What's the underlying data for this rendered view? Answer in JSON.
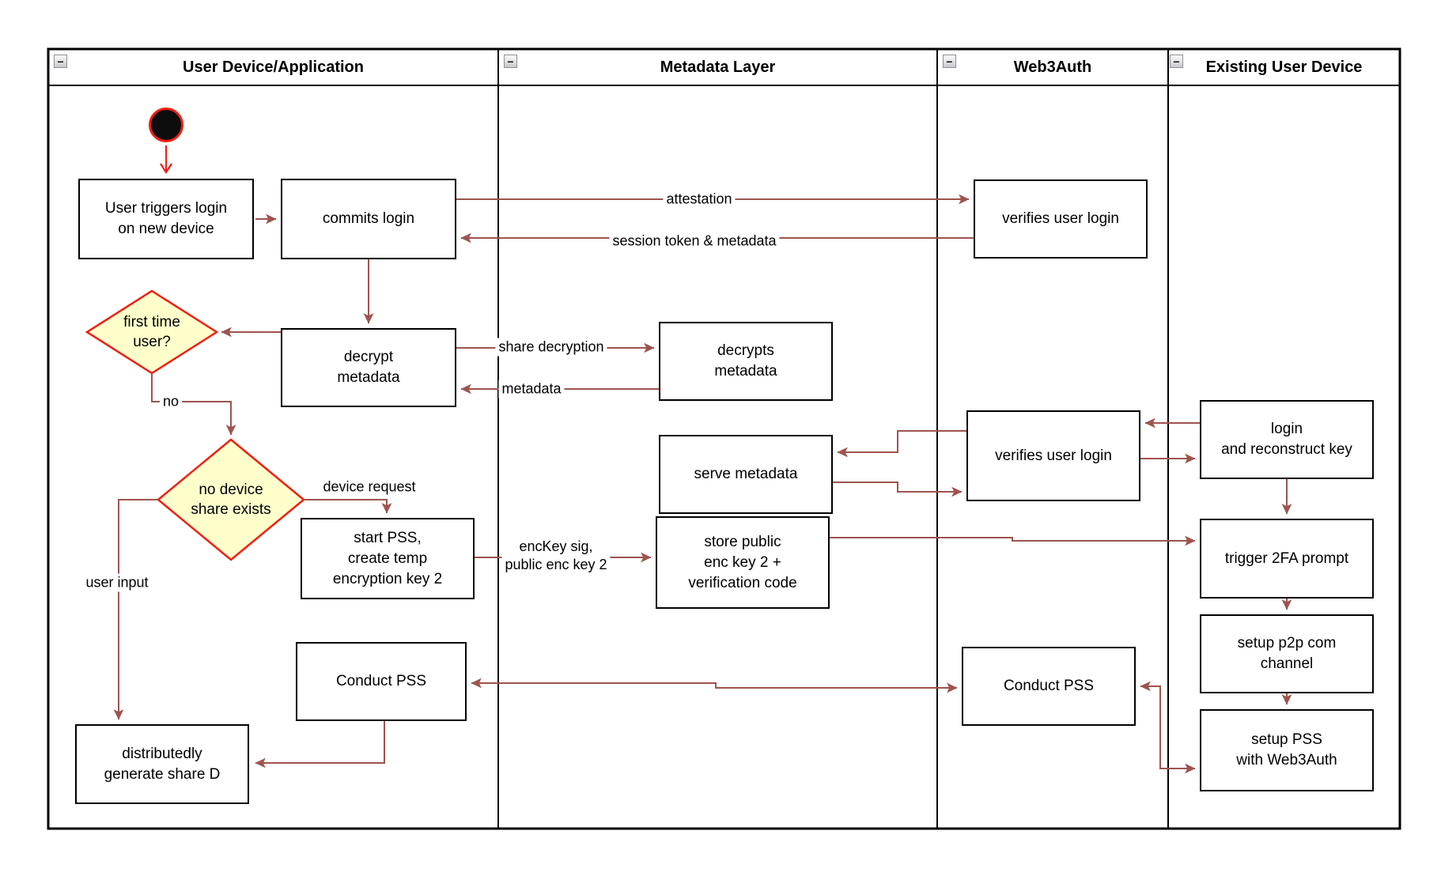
{
  "colors": {
    "arrow": "#9e534e",
    "red": "#f01f10",
    "diamond_fill": "#ffffcc",
    "box_border": "#000000",
    "text": "#000000",
    "background": "#ffffff"
  },
  "icons": {
    "collapse": "−"
  },
  "lanes": [
    {
      "title": "User Device/Application"
    },
    {
      "title": "Metadata Layer"
    },
    {
      "title": "Web3Auth"
    },
    {
      "title": "Existing User Device"
    }
  ],
  "nodes": {
    "user_triggers_login": {
      "lines": [
        "User triggers login",
        "on new device"
      ]
    },
    "commits_login": {
      "lines": [
        "commits login"
      ]
    },
    "decrypt_metadata": {
      "lines": [
        "decrypt",
        "metadata"
      ]
    },
    "first_time_user": {
      "lines": [
        "first time",
        "user?"
      ]
    },
    "no_device_share": {
      "lines": [
        "no device",
        "share exists"
      ]
    },
    "start_pss": {
      "lines": [
        "start PSS,",
        "create temp",
        "encryption key 2"
      ]
    },
    "conduct_pss_user": {
      "lines": [
        "Conduct PSS"
      ]
    },
    "dist_generate_share": {
      "lines": [
        "distributedly",
        "generate share D"
      ]
    },
    "decrypts_metadata": {
      "lines": [
        "decrypts",
        "metadata"
      ]
    },
    "serve_metadata": {
      "lines": [
        "serve metadata"
      ]
    },
    "store_public": {
      "lines": [
        "store public",
        "enc key 2 +",
        "verification code"
      ]
    },
    "verifies_user_login_1": {
      "lines": [
        "verifies user login"
      ]
    },
    "verifies_user_login_2": {
      "lines": [
        "verifies user login"
      ]
    },
    "conduct_pss_web3auth": {
      "lines": [
        "Conduct PSS"
      ]
    },
    "login_reconstruct": {
      "lines": [
        "login",
        "and reconstruct key"
      ]
    },
    "trigger_2fa": {
      "lines": [
        "trigger 2FA prompt"
      ]
    },
    "setup_p2p": {
      "lines": [
        "setup p2p com",
        "channel"
      ]
    },
    "setup_pss": {
      "lines": [
        "setup PSS",
        "with Web3Auth"
      ]
    }
  },
  "edge_labels": {
    "attestation": "attestation",
    "session_token": "session token & metadata",
    "share_decryption": "share decryption",
    "metadata": "metadata",
    "no": "no",
    "device_request": "device request",
    "enckey_line1": "encKey sig,",
    "enckey_line2": "public enc key 2",
    "user_input": "user input"
  }
}
